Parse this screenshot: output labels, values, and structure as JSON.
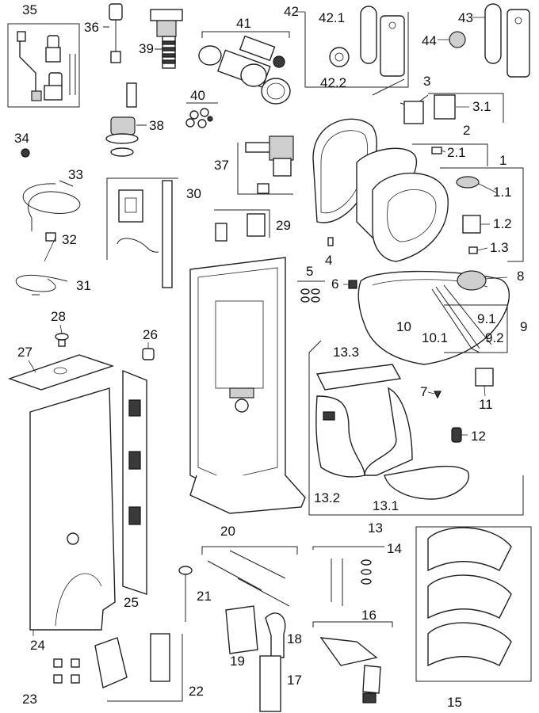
{
  "callouts": {
    "c1": "1",
    "c1_1": "1.1",
    "c1_2": "1.2",
    "c1_3": "1.3",
    "c2": "2",
    "c2_1": "2.1",
    "c3": "3",
    "c3_1": "3.1",
    "c4": "4",
    "c5": "5",
    "c6": "6",
    "c7": "7",
    "c8": "8",
    "c9": "9",
    "c9_1": "9.1",
    "c9_2": "9.2",
    "c10": "10",
    "c10_1": "10.1",
    "c11": "11",
    "c12": "12",
    "c13": "13",
    "c13_1": "13.1",
    "c13_2": "13.2",
    "c13_3": "13.3",
    "c14": "14",
    "c15": "15",
    "c16": "16",
    "c17": "17",
    "c18": "18",
    "c19": "19",
    "c20": "20",
    "c21": "21",
    "c22": "22",
    "c23": "23",
    "c24": "24",
    "c25": "25",
    "c26": "26",
    "c27": "27",
    "c28": "28",
    "c29": "29",
    "c30": "30",
    "c31": "31",
    "c32": "32",
    "c33": "33",
    "c34": "34",
    "c35": "35",
    "c36": "36",
    "c37": "37",
    "c38": "38",
    "c39": "39",
    "c40": "40",
    "c41": "41",
    "c42": "42",
    "c42_1": "42.1",
    "c42_2": "42.2",
    "c43": "43",
    "c44": "44"
  }
}
